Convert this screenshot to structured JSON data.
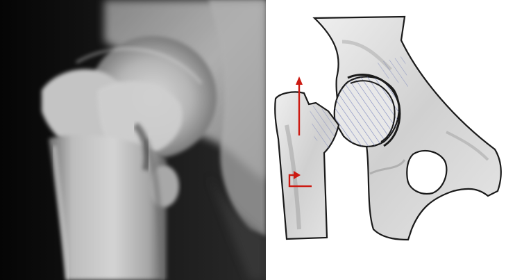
{
  "figure": {
    "panels": [
      {
        "name": "hip-xray-radiograph",
        "kind": "photograph"
      },
      {
        "name": "hip-fracture-illustration",
        "kind": "illustration"
      }
    ],
    "colors": {
      "xray_background": "#161616",
      "bone_light": "#d9d9d9",
      "bone_shadow": "#8a8a8a",
      "illustration_outline": "#1a1a1a",
      "hatching": "#6c78b8",
      "force_arrow": "#cc1a12",
      "background": "#ffffff"
    }
  }
}
